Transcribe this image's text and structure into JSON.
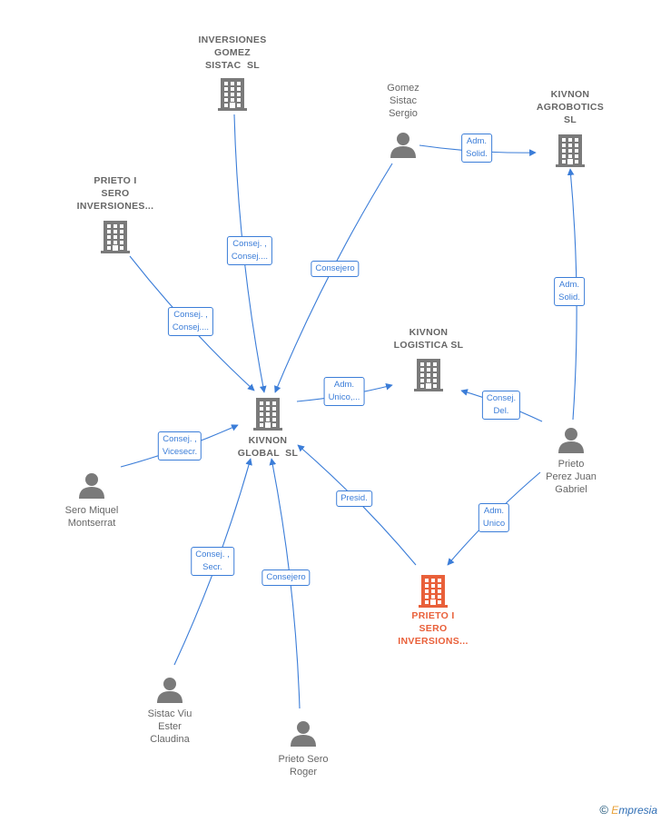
{
  "nodes": [
    {
      "id": "inv_gomez",
      "type": "company",
      "label": "INVERSIONES\nGOMEZ\nSISTAC  SL"
    },
    {
      "id": "prieto_sero_inv_top",
      "type": "company",
      "label": "PRIETO I\nSERO\nINVERSIONES..."
    },
    {
      "id": "gomez_sergio",
      "type": "person",
      "label": "Gomez\nSistac\nSergio"
    },
    {
      "id": "kivnon_agro",
      "type": "company",
      "label": "KIVNON\nAGROBOTICS\nSL"
    },
    {
      "id": "kivnon_log",
      "type": "company",
      "label": "KIVNON\nLOGISTICA SL"
    },
    {
      "id": "kivnon_global",
      "type": "company",
      "label": "KIVNON\nGLOBAL  SL"
    },
    {
      "id": "sero_miquel",
      "type": "person",
      "label": "Sero Miquel\nMontserrat"
    },
    {
      "id": "prieto_juan",
      "type": "person",
      "label": "Prieto\nPerez Juan\nGabriel"
    },
    {
      "id": "prieto_sero_inv_main",
      "type": "company",
      "focus": true,
      "label": "PRIETO I\nSERO\nINVERSIONS..."
    },
    {
      "id": "sistac_ester",
      "type": "person",
      "label": "Sistac Viu\nEster\nClaudina"
    },
    {
      "id": "prieto_roger",
      "type": "person",
      "label": "Prieto Sero\nRoger"
    }
  ],
  "edges": [
    {
      "from": "inv_gomez",
      "to": "kivnon_global",
      "label": "Consej. ,\nConsej...."
    },
    {
      "from": "prieto_sero_inv_top",
      "to": "kivnon_global",
      "label": "Consej. ,\nConsej...."
    },
    {
      "from": "gomez_sergio",
      "to": "kivnon_global",
      "label": "Consejero"
    },
    {
      "from": "gomez_sergio",
      "to": "kivnon_agro",
      "label": "Adm.\nSolid."
    },
    {
      "from": "prieto_juan",
      "to": "kivnon_agro",
      "label": "Adm.\nSolid."
    },
    {
      "from": "kivnon_global",
      "to": "kivnon_log",
      "label": "Adm.\nUnico,..."
    },
    {
      "from": "prieto_juan",
      "to": "kivnon_log",
      "label": "Consej.\nDel."
    },
    {
      "from": "sero_miquel",
      "to": "kivnon_global",
      "label": "Consej. ,\nVicesecr."
    },
    {
      "from": "prieto_sero_inv_main",
      "to": "kivnon_global",
      "label": "Presid."
    },
    {
      "from": "prieto_juan",
      "to": "prieto_sero_inv_main",
      "label": "Adm.\nUnico"
    },
    {
      "from": "sistac_ester",
      "to": "kivnon_global",
      "label": "Consej. ,\nSecr."
    },
    {
      "from": "prieto_roger",
      "to": "kivnon_global",
      "label": "Consejero"
    }
  ],
  "colors": {
    "edge": "#3B7DD8",
    "node": "#7A7A7A",
    "focus": "#E9603A",
    "label": "#666666"
  },
  "footer": {
    "symbol": "©",
    "brand_first": "E",
    "brand_rest": "mpresia"
  }
}
